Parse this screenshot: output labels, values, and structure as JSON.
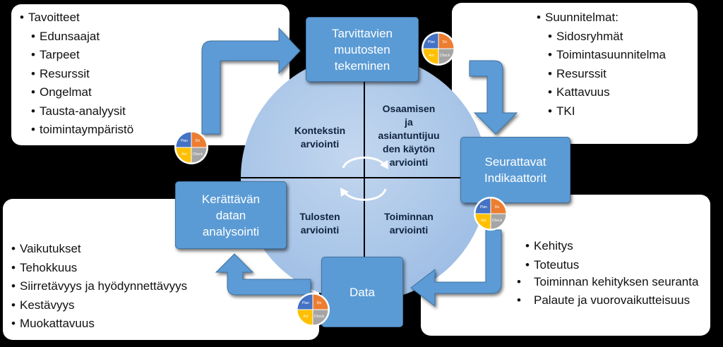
{
  "panels": {
    "top_left": {
      "items": [
        {
          "text": "Tavoitteet",
          "level": 0
        },
        {
          "text": "Edunsaajat",
          "level": 1
        },
        {
          "text": "Tarpeet",
          "level": 1
        },
        {
          "text": "Resurssit",
          "level": 1
        },
        {
          "text": "Ongelmat",
          "level": 1
        },
        {
          "text": "Tausta-analyysit",
          "level": 1
        },
        {
          "text": "toimintaympäristö",
          "level": 1
        }
      ]
    },
    "top_right": {
      "items": [
        {
          "text": "Suunnitelmat:",
          "level": 0
        },
        {
          "text": "Sidosryhmät",
          "level": 1
        },
        {
          "text": "Toimintasuunnitelma",
          "level": 1
        },
        {
          "text": "Resurssit",
          "level": 1
        },
        {
          "text": "Kattavuus",
          "level": 1
        },
        {
          "text": "TKI",
          "level": 1
        }
      ]
    },
    "bottom_left": {
      "items": [
        {
          "text": "Vaikutukset",
          "level": 0
        },
        {
          "text": "Tehokkuus",
          "level": 0
        },
        {
          "text": "Siirretävyys ja hyödynnettävyys",
          "level": 0
        },
        {
          "text": "Kestävyys",
          "level": 0
        },
        {
          "text": "Muokattavuus",
          "level": 0
        }
      ]
    },
    "bottom_right": {
      "items": [
        {
          "text": "Kehitys",
          "level": 0
        },
        {
          "text": "Toteutus",
          "level": 0
        },
        {
          "text": "Toiminnan kehityksen seuranta",
          "level": 0
        },
        {
          "text": "Palaute ja vuorovaikutteisuus",
          "level": 0
        }
      ]
    }
  },
  "quadrants": {
    "top_left": [
      "Kontekstin",
      "arviointi"
    ],
    "top_right": [
      "Osaamisen",
      "ja",
      "asiantuntijuu",
      "den käytön",
      "arviointi"
    ],
    "bottom_left": [
      "Tulosten",
      "arviointi"
    ],
    "bottom_right": [
      "Toiminnan",
      "arviointi"
    ]
  },
  "boxes": {
    "top": [
      "Tarvittavien",
      "muutosten",
      "tekeminen"
    ],
    "right": [
      "Seurattavat",
      "Indikaattorit"
    ],
    "left": [
      "Kerättävän",
      "datan",
      "analysointi"
    ],
    "bottom": [
      "Data"
    ]
  },
  "pdca": {
    "labels": [
      "Plan",
      "Do",
      "Act",
      "Check"
    ],
    "colors": [
      "#4472c4",
      "#ed7d31",
      "#ffc000",
      "#a5a5a5"
    ]
  },
  "colors": {
    "circle": "#a9c5e7",
    "arrow": "#5b9bd5",
    "box": "#5b9bd5",
    "divider": "#000000"
  }
}
